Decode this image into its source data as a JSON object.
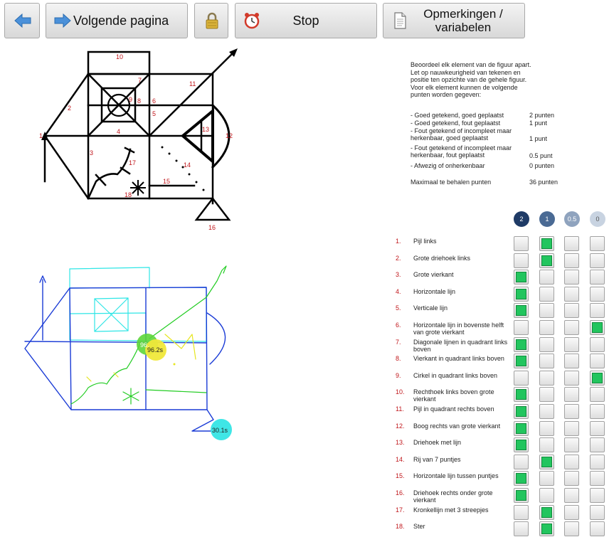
{
  "toolbar": {
    "next_label": "Volgende pagina",
    "stop_label": "Stop",
    "notes_label_1": "Opmerkingen /",
    "notes_label_2": "variabelen"
  },
  "instructions": {
    "lines": [
      "Beoordeel elk element van de figuur apart.",
      "Let op nauwkeurigheid van tekenen en",
      "positie ten opzichte van de gehele figuur.",
      "Voor elk element kunnen de volgende",
      "punten worden gegeven:"
    ],
    "scoring": [
      {
        "desc": "- Goed getekend, goed geplaatst",
        "points": "2 punten"
      },
      {
        "desc": "- Goed getekend, fout geplaatst",
        "points": "1 punt"
      },
      {
        "desc": "- Fout getekend of incompleet maar herkenbaar, goed geplaatst",
        "points": "1 punt"
      },
      {
        "desc": "- Fout getekend of incompleet maar herkenbaar, fout geplaatst",
        "points": "0.5 punt"
      },
      {
        "desc": "- Afwezig of onherkenbaar",
        "points": "0 punten"
      }
    ],
    "max_desc": "Maximaal te behalen punten",
    "max_points": "36 punten"
  },
  "score_headers": [
    {
      "label": "2",
      "color": "#1f3b66"
    },
    {
      "label": "1",
      "color": "#4a6a94"
    },
    {
      "label": "0.5",
      "color": "#8fa3be"
    },
    {
      "label": "0",
      "color": "#c8d3e1"
    }
  ],
  "figure_labels": [
    "1",
    "2",
    "3",
    "4",
    "5",
    "6",
    "7",
    "8",
    "9",
    "10",
    "11",
    "12",
    "13",
    "14",
    "15",
    "16",
    "17",
    "18"
  ],
  "timers": {
    "green": "96.",
    "yellow": "96.2s",
    "cyan": "30.1s"
  },
  "items": [
    {
      "num": "1.",
      "label": "Pijl links",
      "selected": 1
    },
    {
      "num": "2.",
      "label": "Grote driehoek links",
      "selected": 1
    },
    {
      "num": "3.",
      "label": "Grote vierkant",
      "selected": 0
    },
    {
      "num": "4.",
      "label": "Horizontale lijn",
      "selected": 0
    },
    {
      "num": "5.",
      "label": "Verticale lijn",
      "selected": 0
    },
    {
      "num": "6.",
      "label": "Horizontale lijn in bovenste helft van grote vierkant",
      "selected": 3
    },
    {
      "num": "7.",
      "label": "Diagonale lijnen in quadrant links boven",
      "selected": 0
    },
    {
      "num": "8.",
      "label": "Vierkant in quadrant links boven",
      "selected": 0
    },
    {
      "num": "9.",
      "label": "Cirkel in quadrant links boven",
      "selected": 3
    },
    {
      "num": "10.",
      "label": "Rechthoek links boven grote vierkant",
      "selected": 0
    },
    {
      "num": "11.",
      "label": "Pijl in quadrant rechts boven",
      "selected": 0
    },
    {
      "num": "12.",
      "label": "Boog rechts van grote vierkant",
      "selected": 0
    },
    {
      "num": "13.",
      "label": "Driehoek met lijn",
      "selected": 0
    },
    {
      "num": "14.",
      "label": "Rij van 7 puntjes",
      "selected": 1
    },
    {
      "num": "15.",
      "label": "Horizontale lijn tussen puntjes",
      "selected": 0
    },
    {
      "num": "16.",
      "label": "Driehoek rechts onder grote vierkant",
      "selected": 0
    },
    {
      "num": "17.",
      "label": "Kronkellijn met 3 streepjes",
      "selected": 1
    },
    {
      "num": "18.",
      "label": "Ster",
      "selected": 1
    }
  ]
}
